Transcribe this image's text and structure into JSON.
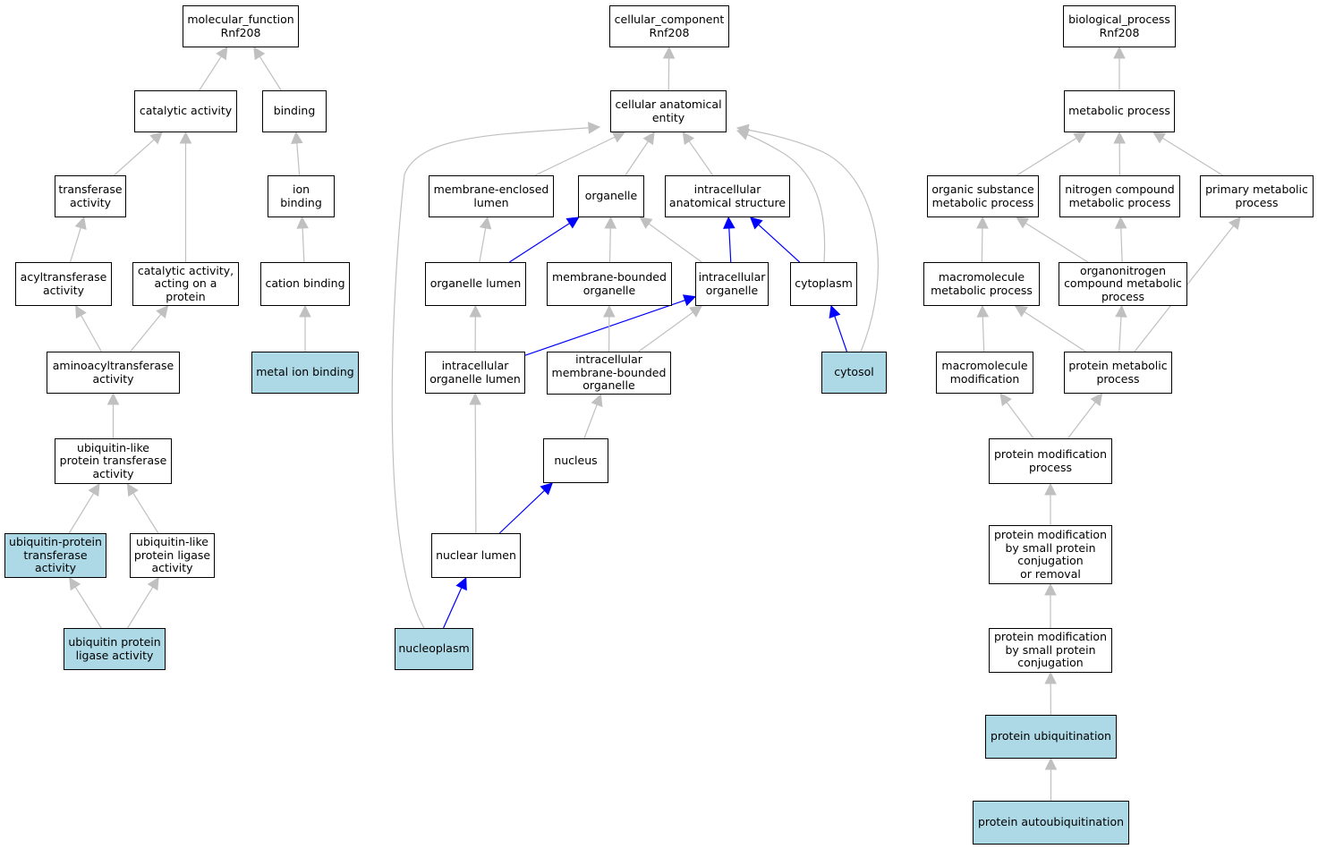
{
  "nodes": [
    {
      "id": "mf",
      "label": "molecular_function\nRnf208",
      "highlight": false
    },
    {
      "id": "cat",
      "label": "catalytic activity",
      "highlight": false
    },
    {
      "id": "bind",
      "label": "binding",
      "highlight": false
    },
    {
      "id": "trans",
      "label": "transferase\nactivity",
      "highlight": false
    },
    {
      "id": "ionb",
      "label": "ion binding",
      "highlight": false
    },
    {
      "id": "acyl",
      "label": "acyltransferase\nactivity",
      "highlight": false
    },
    {
      "id": "catprot",
      "label": "catalytic activity,\nacting on a\nprotein",
      "highlight": false
    },
    {
      "id": "cationb",
      "label": "cation binding",
      "highlight": false
    },
    {
      "id": "amino",
      "label": "aminoacyltransferase\nactivity",
      "highlight": false
    },
    {
      "id": "metal",
      "label": "metal ion binding",
      "highlight": true
    },
    {
      "id": "ublt",
      "label": "ubiquitin-like\nprotein transferase\nactivity",
      "highlight": false
    },
    {
      "id": "ubpt",
      "label": "ubiquitin-protein\ntransferase\nactivity",
      "highlight": true
    },
    {
      "id": "ubllig",
      "label": "ubiquitin-like\nprotein ligase\nactivity",
      "highlight": false
    },
    {
      "id": "ubplig",
      "label": "ubiquitin protein\nligase activity",
      "highlight": true
    },
    {
      "id": "cc",
      "label": "cellular_component\nRnf208",
      "highlight": false
    },
    {
      "id": "cae",
      "label": "cellular anatomical\nentity",
      "highlight": false
    },
    {
      "id": "mel",
      "label": "membrane-enclosed\nlumen",
      "highlight": false
    },
    {
      "id": "org",
      "label": "organelle",
      "highlight": false
    },
    {
      "id": "ias",
      "label": "intracellular\nanatomical structure",
      "highlight": false
    },
    {
      "id": "orglum",
      "label": "organelle lumen",
      "highlight": false
    },
    {
      "id": "mbo",
      "label": "membrane-bounded\norganelle",
      "highlight": false
    },
    {
      "id": "io",
      "label": "intracellular\norganelle",
      "highlight": false
    },
    {
      "id": "cyto",
      "label": "cytoplasm",
      "highlight": false
    },
    {
      "id": "iol",
      "label": "intracellular\norganelle lumen",
      "highlight": false
    },
    {
      "id": "imbo",
      "label": "intracellular\nmembrane-bounded\norganelle",
      "highlight": false
    },
    {
      "id": "cytosol",
      "label": "cytosol",
      "highlight": true
    },
    {
      "id": "nucleus",
      "label": "nucleus",
      "highlight": false
    },
    {
      "id": "nuclum",
      "label": "nuclear lumen",
      "highlight": false
    },
    {
      "id": "nucleo",
      "label": "nucleoplasm",
      "highlight": true
    },
    {
      "id": "bp",
      "label": "biological_process\nRnf208",
      "highlight": false
    },
    {
      "id": "metab",
      "label": "metabolic process",
      "highlight": false
    },
    {
      "id": "osmp",
      "label": "organic substance\nmetabolic process",
      "highlight": false
    },
    {
      "id": "ncmp",
      "label": "nitrogen compound\nmetabolic process",
      "highlight": false
    },
    {
      "id": "pmp",
      "label": "primary metabolic\nprocess",
      "highlight": false
    },
    {
      "id": "mmp",
      "label": "macromolecule\nmetabolic process",
      "highlight": false
    },
    {
      "id": "oncmp",
      "label": "organonitrogen\ncompound metabolic\nprocess",
      "highlight": false
    },
    {
      "id": "mmod",
      "label": "macromolecule\nmodification",
      "highlight": false
    },
    {
      "id": "protmp",
      "label": "protein metabolic\nprocess",
      "highlight": false
    },
    {
      "id": "pmod",
      "label": "protein modification\nprocess",
      "highlight": false
    },
    {
      "id": "pmsmcr",
      "label": "protein modification\nby small protein\nconjugation\nor removal",
      "highlight": false
    },
    {
      "id": "pmsmc",
      "label": "protein modification\nby small protein\nconjugation",
      "highlight": false
    },
    {
      "id": "pubi",
      "label": "protein ubiquitination",
      "highlight": true
    },
    {
      "id": "pautoubi",
      "label": "protein autoubiquitination",
      "highlight": true
    }
  ],
  "edges": [
    {
      "from": "cat",
      "to": "mf",
      "color": "#c0c0c0"
    },
    {
      "from": "bind",
      "to": "mf",
      "color": "#c0c0c0"
    },
    {
      "from": "trans",
      "to": "cat",
      "color": "#c0c0c0"
    },
    {
      "from": "catprot",
      "to": "cat",
      "color": "#c0c0c0"
    },
    {
      "from": "ionb",
      "to": "bind",
      "color": "#c0c0c0"
    },
    {
      "from": "acyl",
      "to": "trans",
      "color": "#c0c0c0"
    },
    {
      "from": "cationb",
      "to": "ionb",
      "color": "#c0c0c0"
    },
    {
      "from": "amino",
      "to": "acyl",
      "color": "#c0c0c0"
    },
    {
      "from": "amino",
      "to": "catprot",
      "color": "#c0c0c0"
    },
    {
      "from": "metal",
      "to": "cationb",
      "color": "#c0c0c0"
    },
    {
      "from": "ublt",
      "to": "amino",
      "color": "#c0c0c0"
    },
    {
      "from": "ubpt",
      "to": "ublt",
      "color": "#c0c0c0"
    },
    {
      "from": "ubllig",
      "to": "ublt",
      "color": "#c0c0c0"
    },
    {
      "from": "ubplig",
      "to": "ubpt",
      "color": "#c0c0c0"
    },
    {
      "from": "ubplig",
      "to": "ubllig",
      "color": "#c0c0c0"
    },
    {
      "from": "cae",
      "to": "cc",
      "color": "#c0c0c0"
    },
    {
      "from": "mel",
      "to": "cae",
      "color": "#c0c0c0"
    },
    {
      "from": "org",
      "to": "cae",
      "color": "#c0c0c0"
    },
    {
      "from": "ias",
      "to": "cae",
      "color": "#c0c0c0"
    },
    {
      "from": "cyto",
      "to": "cae",
      "color": "#c0c0c0"
    },
    {
      "from": "cytosol",
      "to": "cae",
      "color": "#c0c0c0"
    },
    {
      "from": "nucleo",
      "to": "cae",
      "color": "#c0c0c0"
    },
    {
      "from": "orglum",
      "to": "mel",
      "color": "#c0c0c0"
    },
    {
      "from": "orglum",
      "to": "org",
      "color": "#0000ff"
    },
    {
      "from": "mbo",
      "to": "org",
      "color": "#c0c0c0"
    },
    {
      "from": "io",
      "to": "org",
      "color": "#c0c0c0"
    },
    {
      "from": "io",
      "to": "ias",
      "color": "#0000ff"
    },
    {
      "from": "cyto",
      "to": "ias",
      "color": "#0000ff"
    },
    {
      "from": "iol",
      "to": "orglum",
      "color": "#c0c0c0"
    },
    {
      "from": "iol",
      "to": "io",
      "color": "#0000ff"
    },
    {
      "from": "imbo",
      "to": "mbo",
      "color": "#c0c0c0"
    },
    {
      "from": "imbo",
      "to": "io",
      "color": "#c0c0c0"
    },
    {
      "from": "cytosol",
      "to": "cyto",
      "color": "#0000ff"
    },
    {
      "from": "nucleus",
      "to": "imbo",
      "color": "#c0c0c0"
    },
    {
      "from": "nuclum",
      "to": "iol",
      "color": "#c0c0c0"
    },
    {
      "from": "nuclum",
      "to": "nucleus",
      "color": "#0000ff"
    },
    {
      "from": "nucleo",
      "to": "nuclum",
      "color": "#0000ff"
    },
    {
      "from": "metab",
      "to": "bp",
      "color": "#c0c0c0"
    },
    {
      "from": "osmp",
      "to": "metab",
      "color": "#c0c0c0"
    },
    {
      "from": "ncmp",
      "to": "metab",
      "color": "#c0c0c0"
    },
    {
      "from": "pmp",
      "to": "metab",
      "color": "#c0c0c0"
    },
    {
      "from": "mmp",
      "to": "osmp",
      "color": "#c0c0c0"
    },
    {
      "from": "oncmp",
      "to": "osmp",
      "color": "#c0c0c0"
    },
    {
      "from": "oncmp",
      "to": "ncmp",
      "color": "#c0c0c0"
    },
    {
      "from": "mmod",
      "to": "mmp",
      "color": "#c0c0c0"
    },
    {
      "from": "protmp",
      "to": "mmp",
      "color": "#c0c0c0"
    },
    {
      "from": "protmp",
      "to": "oncmp",
      "color": "#c0c0c0"
    },
    {
      "from": "protmp",
      "to": "pmp",
      "color": "#c0c0c0"
    },
    {
      "from": "pmod",
      "to": "mmod",
      "color": "#c0c0c0"
    },
    {
      "from": "pmod",
      "to": "protmp",
      "color": "#c0c0c0"
    },
    {
      "from": "pmsmcr",
      "to": "pmod",
      "color": "#c0c0c0"
    },
    {
      "from": "pmsmc",
      "to": "pmsmcr",
      "color": "#c0c0c0"
    },
    {
      "from": "pubi",
      "to": "pmsmc",
      "color": "#c0c0c0"
    },
    {
      "from": "pautoubi",
      "to": "pubi",
      "color": "#c0c0c0"
    }
  ]
}
